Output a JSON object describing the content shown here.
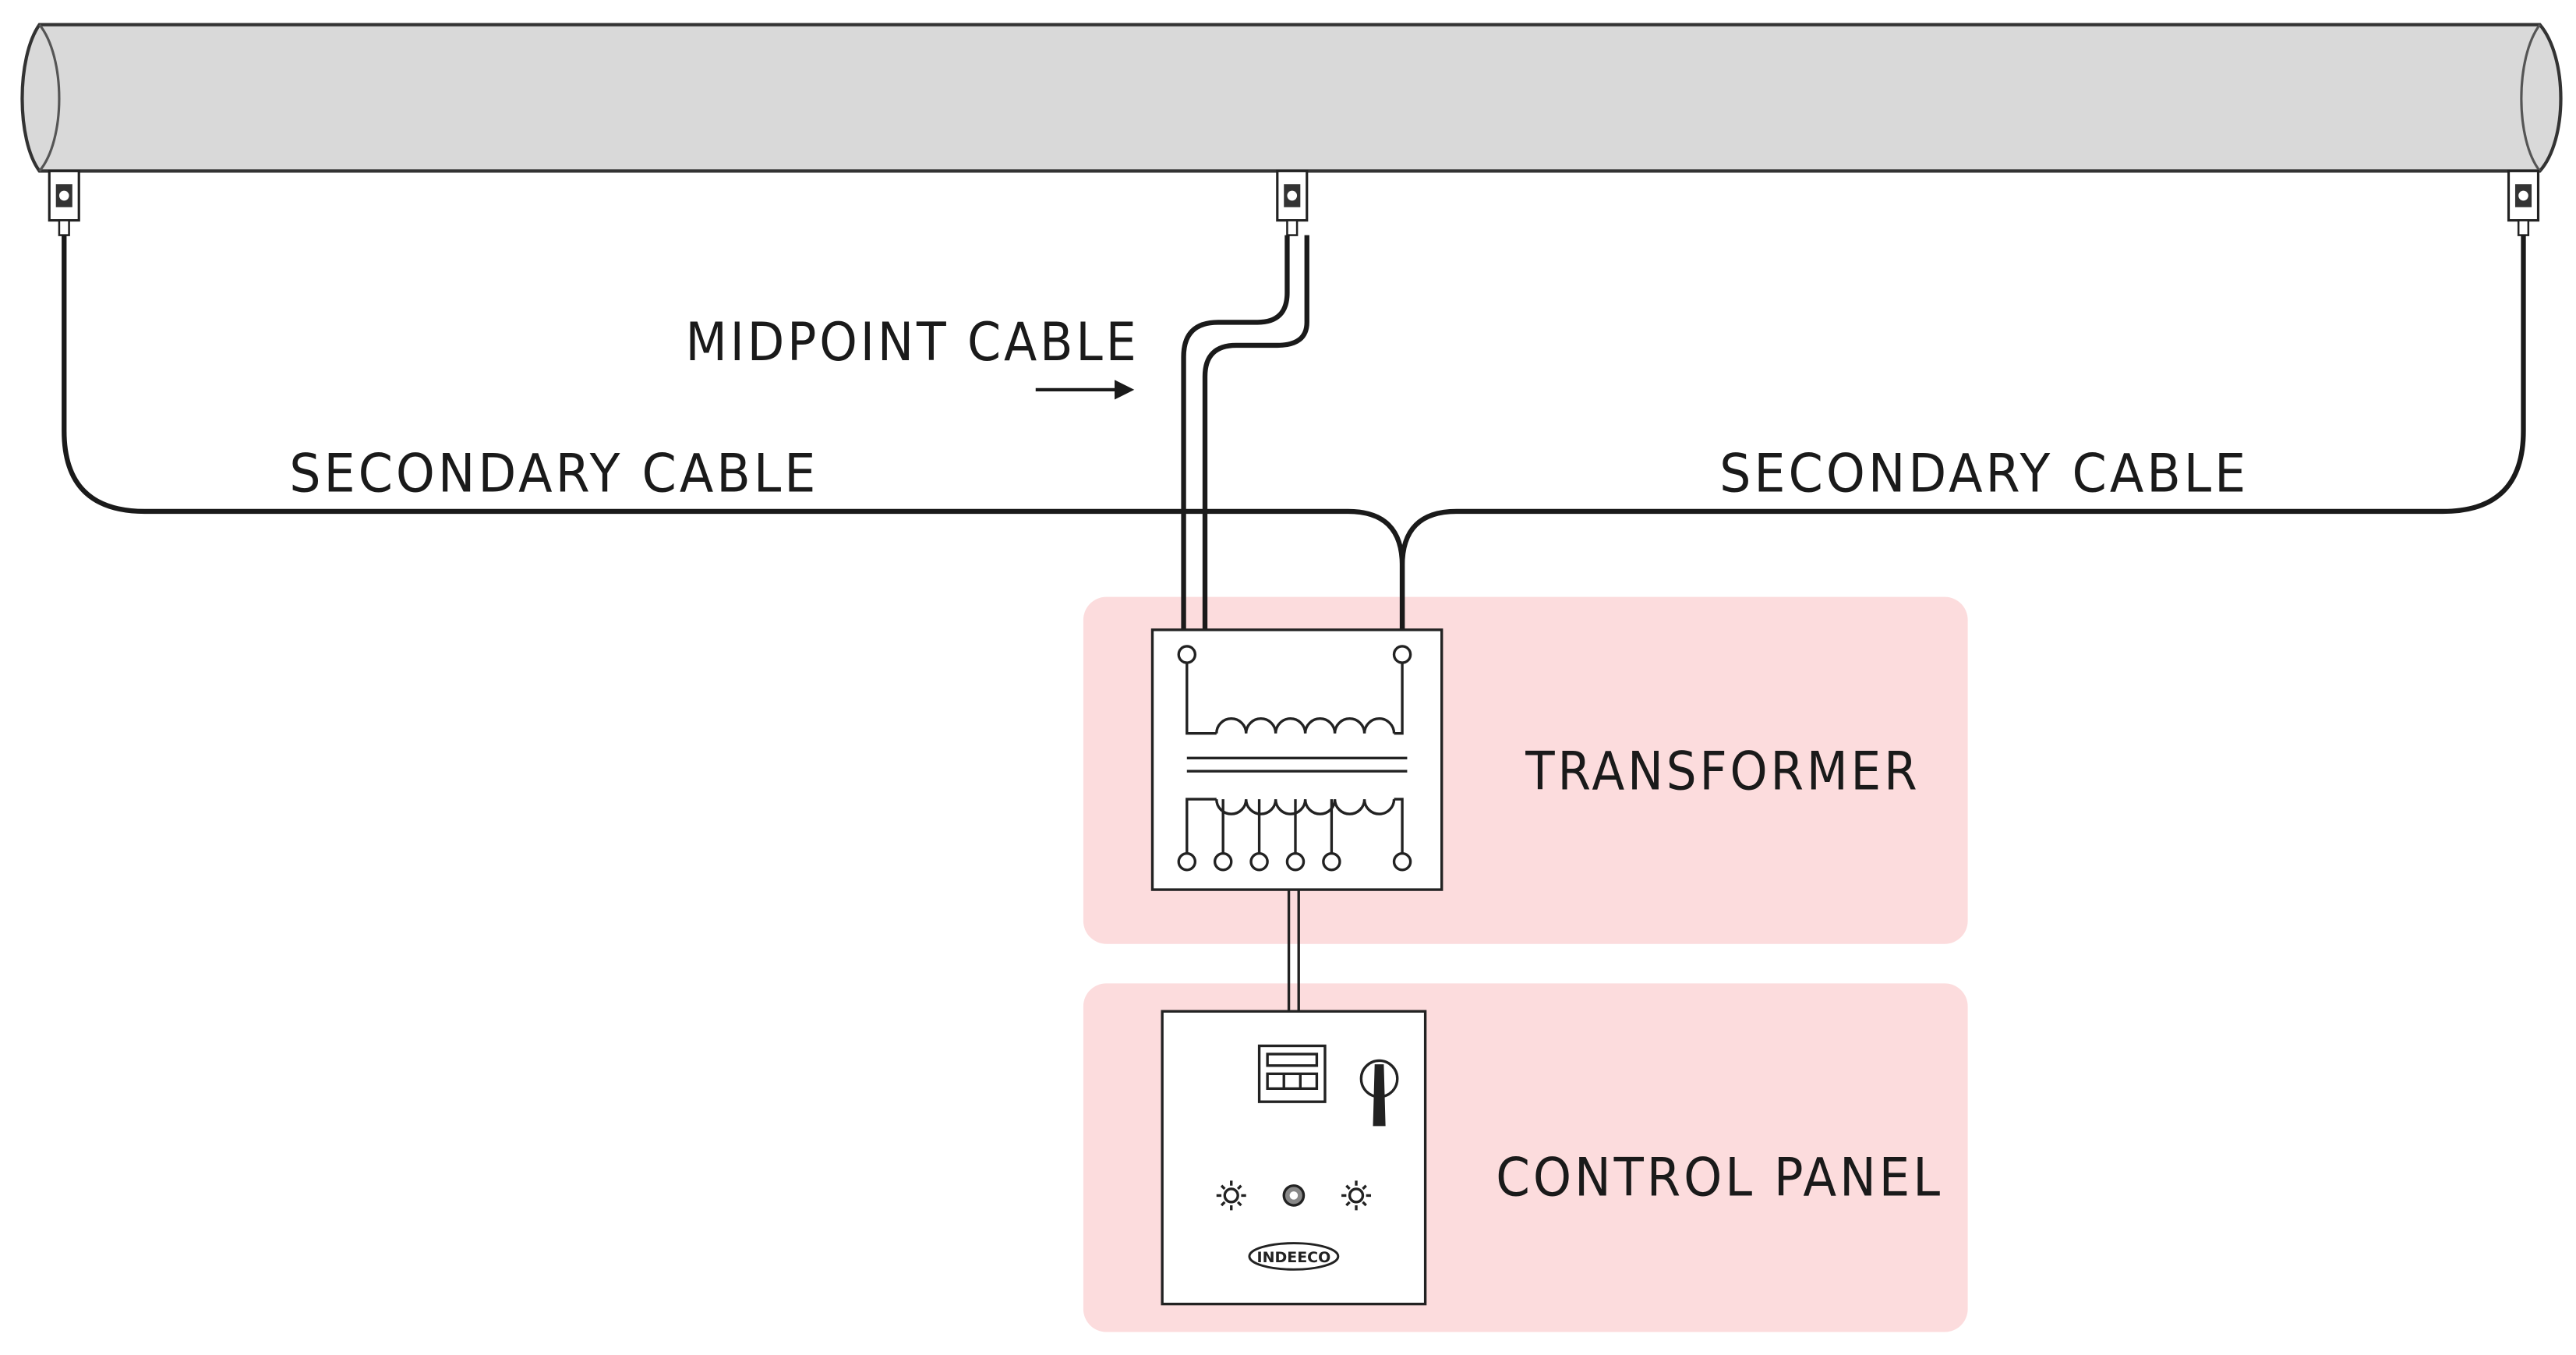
{
  "labels": {
    "midpoint_cable": "MIDPOINT CABLE",
    "secondary_cable_left": "SECONDARY CABLE",
    "secondary_cable_right": "SECONDARY CABLE",
    "transformer": "TRANSFORMER",
    "control_panel": "CONTROL PANEL"
  },
  "brand_logo_text": "INDEECO",
  "colors": {
    "pipe_fill": "#d9d9d9",
    "pipe_stroke": "#333333",
    "cable": "#1a1a1a",
    "highlight_box": "#fcdcdd",
    "line": "#222222"
  }
}
